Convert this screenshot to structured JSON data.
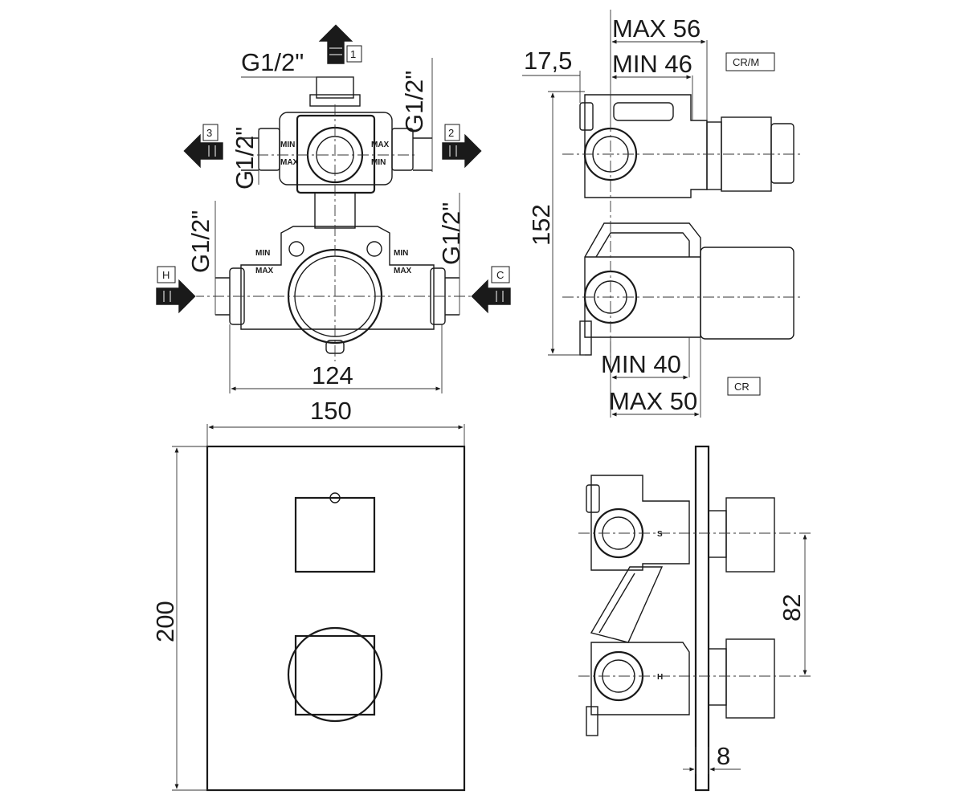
{
  "top_view": {
    "labels": {
      "thread_top": "G1/2\"",
      "thread_right_upper": "G1/2\"",
      "thread_left_upper": "G1/2\"",
      "thread_left_lower": "G1/2\"",
      "thread_right_lower": "G1/2\""
    },
    "outlets": [
      "1",
      "2",
      "3"
    ],
    "inlets": [
      "H",
      "C"
    ],
    "mark_min": "MIN",
    "mark_max": "MAX",
    "dim_width": "124"
  },
  "side_view": {
    "dim_offset": "17,5",
    "dim_max_top": "MAX 56",
    "dim_min_top": "MIN 46",
    "tag_top": "CR/M",
    "dim_height": "152",
    "dim_min_bottom": "MIN 40",
    "dim_max_bottom": "MAX 50",
    "tag_bottom": "CR"
  },
  "front_plate": {
    "dim_width": "150",
    "dim_height": "200"
  },
  "assembled_view": {
    "dim_spacing": "82",
    "dim_plate": "8",
    "mark_s": "S",
    "mark_h": "H"
  },
  "icons": [
    "arrow-up-icon",
    "arrow-right-icon",
    "arrow-left-icon"
  ]
}
